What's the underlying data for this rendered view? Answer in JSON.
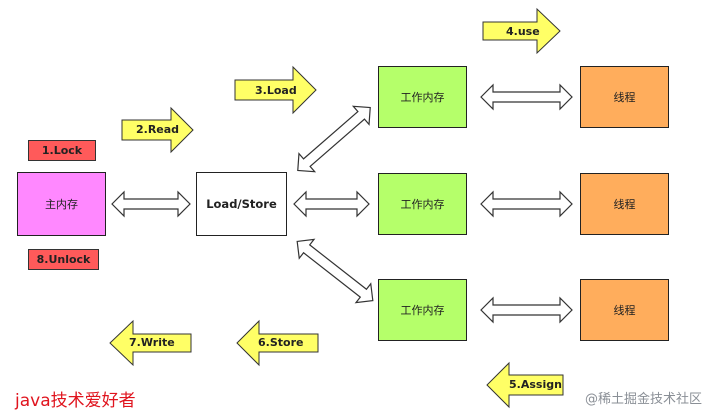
{
  "main_memory": {
    "label": "主内存"
  },
  "load_store": {
    "label": "Load/Store"
  },
  "working_memory": {
    "label": "工作内存"
  },
  "thread": {
    "label": "线程"
  },
  "ops": {
    "lock": "1.Lock",
    "read": "2.Read",
    "load": "3.Load",
    "use": "4.use",
    "assign": "5.Assign",
    "store": "6.Store",
    "write": "7.Write",
    "unlock": "8.Unlock"
  },
  "brand": "java技术爱好者",
  "watermark": "@稀土掘金技术社区",
  "colors": {
    "main_memory": "#ff88ff",
    "working_memory": "#b5ff6a",
    "thread": "#ffad5c",
    "op_arrow": "#ffff66",
    "lock_tag": "#ff5a5a",
    "brand_text": "#e0141e"
  }
}
